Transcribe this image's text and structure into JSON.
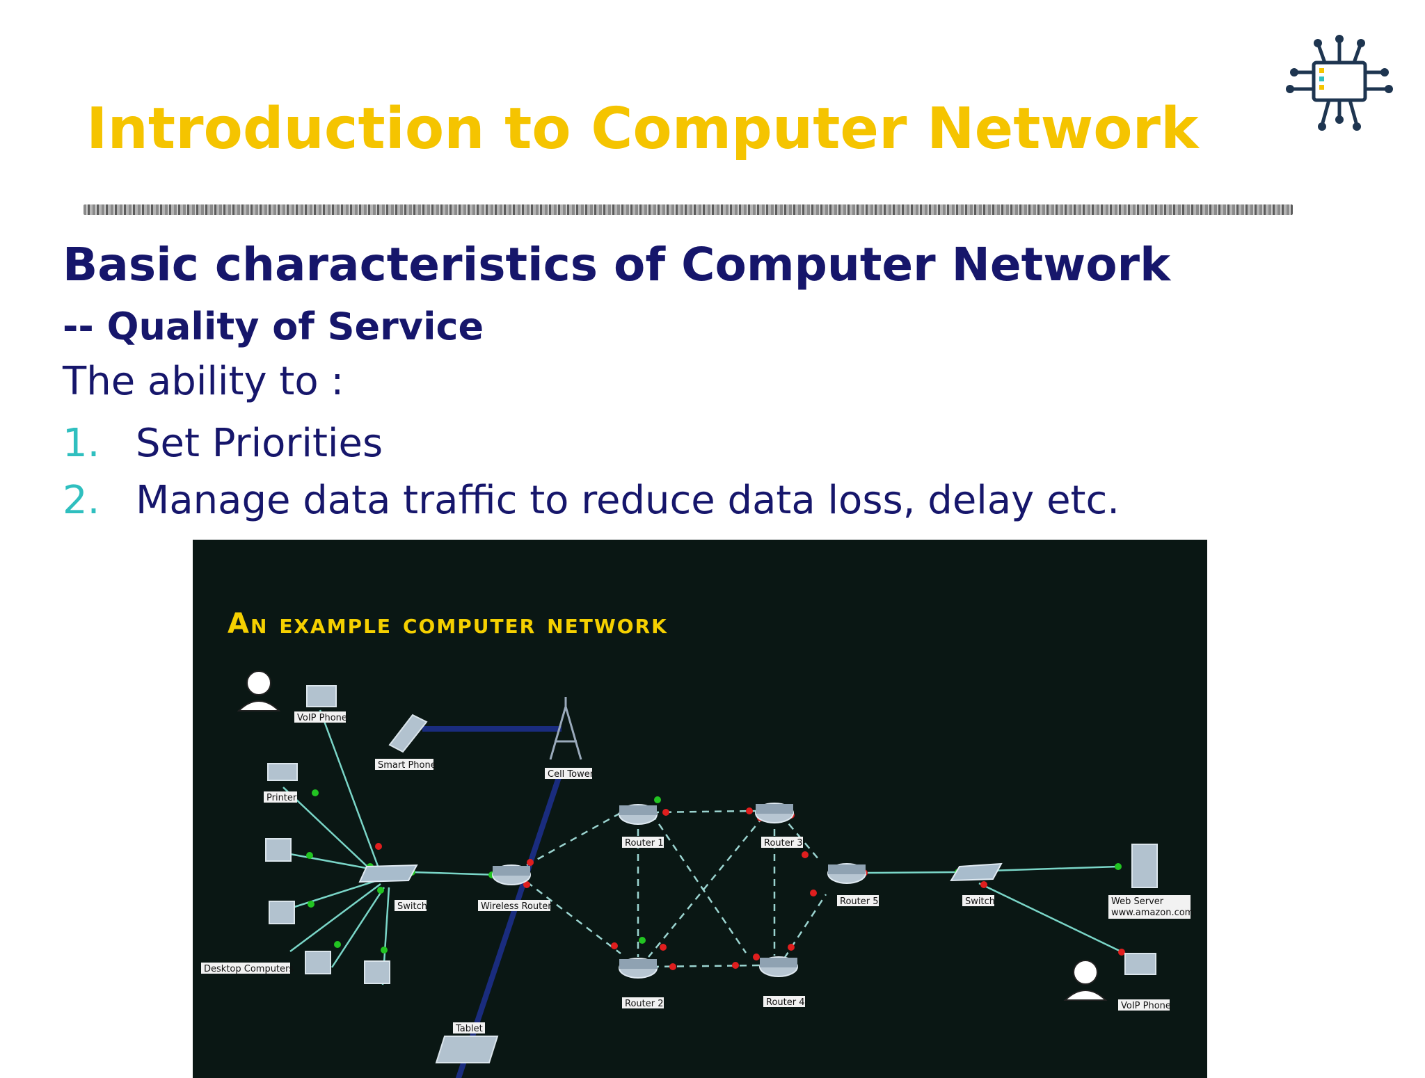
{
  "header": {
    "title": "Introduction to Computer Network"
  },
  "logo": {
    "icon": "circuit-monitor-icon"
  },
  "content": {
    "subtitle": "Basic characteristics of Computer Network",
    "section": "-- Quality of Service",
    "intro": "The ability to :",
    "items": [
      {
        "number": "1.",
        "text": "Set Priorities"
      },
      {
        "number": "2.",
        "text": "Manage data traffic to reduce data loss, delay etc."
      }
    ]
  },
  "diagram": {
    "heading": "An example computer network",
    "labels": {
      "voip_phone_left": "VoIP Phone",
      "smart_phone": "Smart Phone",
      "cell_tower": "Cell Tower",
      "printer": "Printer",
      "switch_left": "Switch",
      "wireless_router": "Wireless Router",
      "desktop_computers": "Desktop Computers",
      "tablet": "Tablet",
      "router1": "Router 1",
      "router2": "Router 2",
      "router3": "Router 3",
      "router4": "Router 4",
      "router5": "Router 5",
      "switch_right": "Switch",
      "web_server": "Web Server",
      "web_server_url": "www.amazon.com",
      "voip_phone_right": "VoIP Phone"
    }
  },
  "colors": {
    "title": "#f5c400",
    "text": "#16166b",
    "list_number": "#2fbfbf",
    "diagram_bg": "#0a1714"
  }
}
